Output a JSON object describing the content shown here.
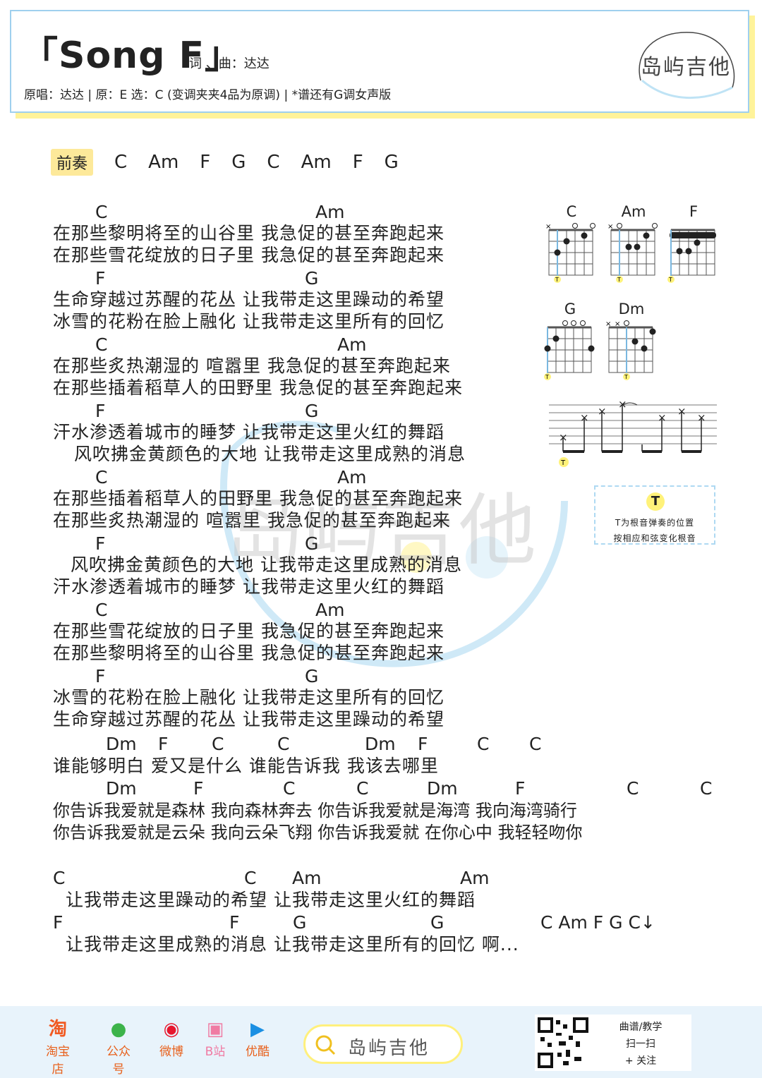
{
  "header": {
    "title": "「Song F」",
    "credits": "词 、曲：达达",
    "subinfo": "原唱：达达 | 原：E 选：C (变调夹夹4品为原调) | *谱还有G调女声版",
    "logo_text": "岛屿吉他"
  },
  "intro": {
    "label": "前奏",
    "chords": [
      "C",
      "Am",
      "F",
      "G",
      "C",
      "Am",
      "F",
      "G"
    ]
  },
  "song": {
    "c1": "C",
    "c2": "Am",
    "l1": "在那些黎明将至的山谷里  我急促的甚至奔跑起来",
    "l2": "在那些雪花绽放的日子里  我急促的甚至奔跑起来",
    "c3": "F",
    "c4": "G",
    "l3": "生命穿越过苏醒的花丛  让我带走这里躁动的希望",
    "l4": "冰雪的花粉在脸上融化  让我带走这里所有的回忆",
    "c5": "C",
    "c6": "Am",
    "l5": "在那些炙热潮湿的    喧嚣里  我急促的甚至奔跑起来",
    "l6": "在那些插着稻草人的田野里  我急促的甚至奔跑起来",
    "c7": "F",
    "c8": "G",
    "l7": "汗水渗透着城市的睡梦  让我带走这里火红的舞蹈",
    "l8": "风吹拂金黄颜色的大地      让我带走这里成熟的消息",
    "c9": "C",
    "c10": "Am",
    "l9": "在那些插着稻草人的田野里  我急促的甚至奔跑起来",
    "l10": "在那些炙热潮湿的    喧嚣里  我急促的甚至奔跑起来",
    "c11": "F",
    "c12": "G",
    "l11": "风吹拂金黄颜色的大地      让我带走这里成熟的消息",
    "l12": "汗水渗透着城市的睡梦  让我带走这里火红的舞蹈",
    "c13": "C",
    "c14": "Am",
    "l13": "在那些雪花绽放的日子里  我急促的甚至奔跑起来",
    "l14": "在那些黎明将至的山谷里  我急促的甚至奔跑起来",
    "c15": "F",
    "c16": "G",
    "l15": "冰雪的花粉在脸上融化  让我带走这里所有的回忆",
    "l16": "生命穿越过苏醒的花丛  让我带走这里躁动的希望",
    "b1": [
      "Dm",
      "F",
      "C",
      "C",
      "Dm",
      "F",
      "C",
      "C"
    ],
    "bl1": "谁能够明白    爱又是什么    谁能告诉我      我该去哪里",
    "b2": [
      "Dm",
      "F",
      "C",
      "C",
      "Dm",
      "F",
      "C",
      "C"
    ],
    "bl2": "你告诉我爱就是森林  我向森林奔去  你告诉我爱就是海湾      我向海湾骑行",
    "bl3": "你告诉我爱就是云朵  我向云朵飞翔  你告诉我爱就    在你心中  我轻轻吻你",
    "e1": [
      "C",
      "C",
      "Am",
      "Am"
    ],
    "el1": "让我带走这里躁动的希望    让我带走这里火红的舞蹈",
    "e2": [
      "F",
      "F",
      "G",
      "G",
      "C  Am  F  G  C↓"
    ],
    "el2": "让我带走这里成熟的消息    让我带走这里所有的回忆   啊..."
  },
  "diagrams": {
    "names": [
      "C",
      "Am",
      "F",
      "G",
      "Dm"
    ],
    "root_mark": "T",
    "tip": {
      "mark": "T",
      "line1": "T为根音弹奏的位置",
      "line2": "按相应和弦变化根音"
    }
  },
  "footer": {
    "icons": [
      {
        "glyph": "淘",
        "label": "淘宝店"
      },
      {
        "glyph": "●",
        "label": "公众号"
      },
      {
        "glyph": "◉",
        "label": "微博"
      },
      {
        "glyph": "▣",
        "label": "B站"
      },
      {
        "glyph": "▶",
        "label": "优酷"
      }
    ],
    "search_text": "岛屿吉他",
    "qr_line1": "曲谱/教学",
    "qr_line2": "扫一扫",
    "qr_line3": "+ 关注"
  },
  "colors": {
    "accent_yellow": "#fff27a",
    "accent_blue": "#9fd0ee",
    "label_orange": "#e8601b"
  }
}
